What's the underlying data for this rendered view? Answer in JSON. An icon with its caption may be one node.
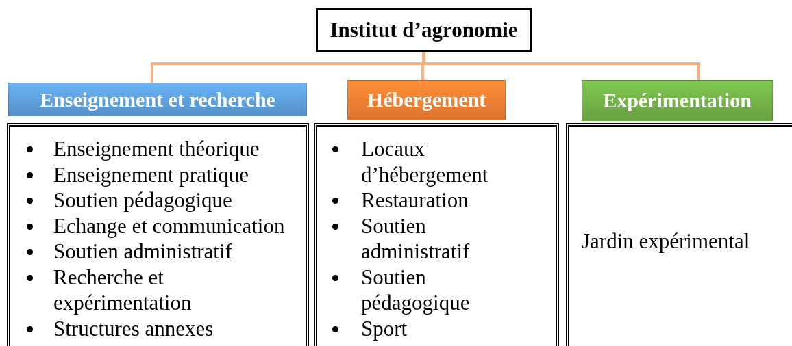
{
  "diagram": {
    "nodes": [
      {
        "text": [
          "Institut d’agronomie"
        ]
      },
      {
        "text": [
          "Enseignement et recherche"
        ]
      },
      {
        "text": [
          "Hébergement"
        ]
      },
      {
        "text": [
          "Expérimentation"
        ]
      },
      {
        "text": [
          "Enseignement théorique",
          "Enseignement pratique",
          "Soutien pédagogique",
          "Echange et communication",
          "Soutien administratif",
          "Recherche et expérimentation",
          "Structures annexes"
        ]
      },
      {
        "text": [
          "Locaux d’hébergement",
          "Restauration",
          "Soutien administratif",
          "Soutien pédagogique",
          "Sport"
        ]
      },
      {
        "text": [
          "Jardin expérimental"
        ]
      }
    ],
    "edges": [
      {
        "from": 0,
        "to": 1,
        "arrow": "none",
        "color": "#f4b183"
      },
      {
        "from": 0,
        "to": 2,
        "arrow": "none",
        "color": "#f4b183"
      },
      {
        "from": 0,
        "to": 3,
        "arrow": "none",
        "color": "#f4b183"
      }
    ]
  }
}
